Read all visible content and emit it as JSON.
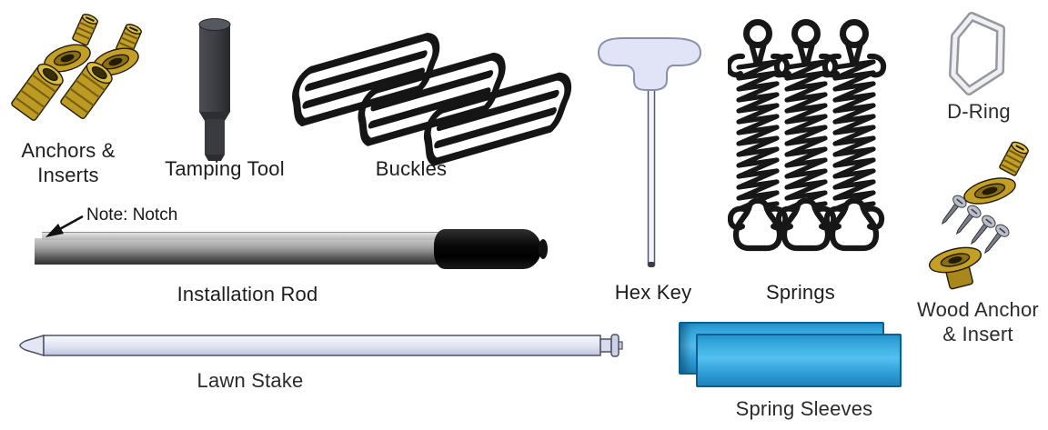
{
  "diagram_title": "Anchor kit parts diagram",
  "colors": {
    "brass_gold": "#c2a02c",
    "sleeve_blue": "#2ea3dc",
    "metal_dark": "#3a3c41",
    "handle_lavender": "#e0e4f6",
    "outline_black": "#171717"
  },
  "items": {
    "anchors_inserts": {
      "label_line1": "Anchors &",
      "label_line2": "Inserts"
    },
    "tamping_tool": {
      "label": "Tamping Tool"
    },
    "buckles": {
      "label": "Buckles"
    },
    "hex_key": {
      "label": "Hex Key"
    },
    "springs": {
      "label": "Springs"
    },
    "d_ring": {
      "label": "D-Ring"
    },
    "wood_anchor": {
      "label_line1": "Wood Anchor",
      "label_line2": "& Insert"
    },
    "installation_rod": {
      "label": "Installation Rod",
      "note": "Note: Notch"
    },
    "lawn_stake": {
      "label": "Lawn Stake"
    },
    "spring_sleeves": {
      "label": "Spring Sleeves"
    }
  }
}
